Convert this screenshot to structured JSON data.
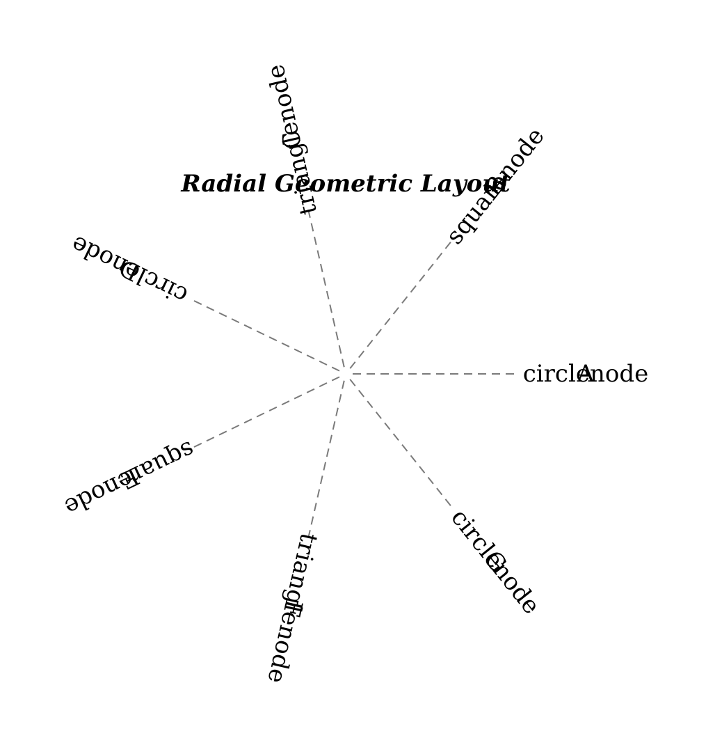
{
  "title": "Radial Geometric Layout",
  "nodes": [
    {
      "id": "A",
      "shape": "circle",
      "suffix": "node"
    },
    {
      "id": "B",
      "shape": "square",
      "suffix": "node"
    },
    {
      "id": "C",
      "shape": "triangle",
      "suffix": "node"
    },
    {
      "id": "D",
      "shape": "circle",
      "suffix": "node"
    },
    {
      "id": "E",
      "shape": "square",
      "suffix": "node"
    },
    {
      "id": "F",
      "shape": "triangle",
      "suffix": "node"
    },
    {
      "id": "G",
      "shape": "circle",
      "suffix": "node"
    }
  ],
  "colors": {
    "spoke": "#7a7a7a",
    "text": "#000000",
    "background": "#ffffff"
  }
}
